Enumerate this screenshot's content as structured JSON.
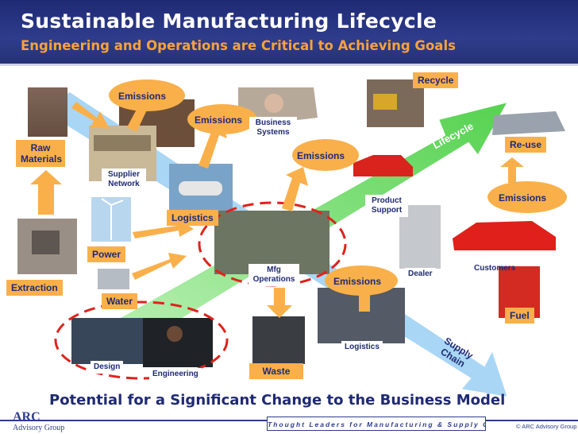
{
  "header": {
    "title": "Sustainable Manufacturing Lifecycle",
    "subtitle": "Engineering and Operations are Critical to Achieving Goals"
  },
  "labels": {
    "recycle": "Recycle",
    "emissions": "Emissions",
    "business_systems": "Business Systems",
    "raw_materials": "Raw Materials",
    "supplier_network": "Supplier Network",
    "lifecycle": "Lifecycle",
    "reuse": "Re-use",
    "product_support": "Product Support",
    "logistics": "Logistics",
    "power": "Power",
    "extraction": "Extraction",
    "water": "Water",
    "mfg_operations": "Mfg Operations",
    "dealer": "Dealer",
    "customers": "Customers",
    "fuel": "Fuel",
    "design": "Design",
    "engineering": "Engineering",
    "waste": "Waste",
    "supply_chain": "Supply Chain"
  },
  "bottom_line": "Potential for a Significant Change to the Business Model",
  "footer": {
    "logo_big": "ARC",
    "logo_small": "Advisory Group",
    "tagline": "Thought Leaders for Manufacturing & Supply Chain",
    "copyright": "© ARC Advisory Group"
  },
  "colors": {
    "navy": "#1f2a73",
    "orange": "#f9b04a",
    "green_arrow": "#7fe07a",
    "red_dashed": "#e0221c"
  },
  "icons": [
    "wind-turbine-icon",
    "faucet-icon",
    "trash-can-icon",
    "gas-can-icon"
  ]
}
